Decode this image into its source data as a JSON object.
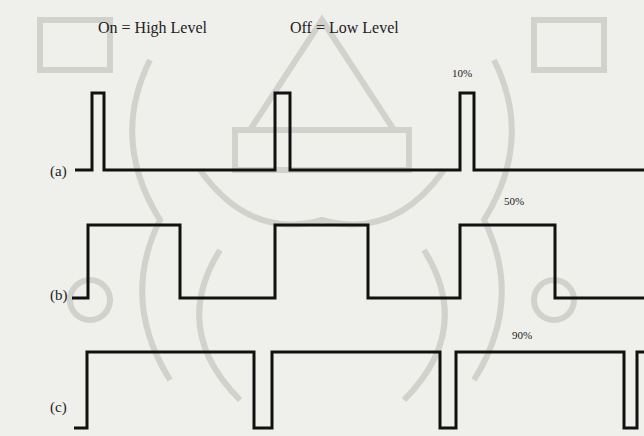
{
  "diagram": {
    "labels": [
      "On = High Level",
      "Off = Low Level",
      "10%",
      "(a)",
      "50%",
      "(b)",
      "90%",
      "(c)"
    ]
  }
}
